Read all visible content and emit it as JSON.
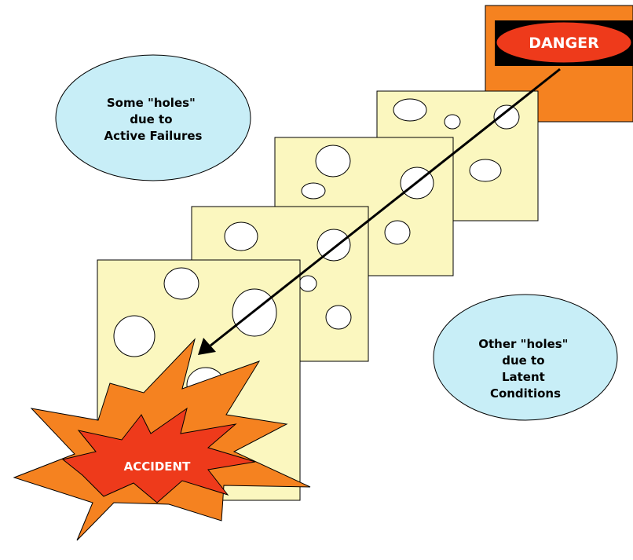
{
  "danger": {
    "label": "DANGER",
    "box_color": "#f58220",
    "bar_color": "#000000",
    "oval_color": "#ee3a1b"
  },
  "accident": {
    "label": "ACCIDENT",
    "outer_color": "#f58220",
    "inner_color": "#ee3a1b"
  },
  "active_failures": {
    "lines": [
      "Some \"holes\"",
      "due to",
      "Active Failures"
    ]
  },
  "latent_conditions": {
    "lines": [
      "Other \"holes\"",
      "due to",
      "Latent",
      "Conditions"
    ]
  },
  "colors": {
    "slice_fill": "#fbf7bf",
    "ellipse_fill": "#c8eef7",
    "hole_fill": "#ffffff",
    "stroke": "#000000"
  }
}
